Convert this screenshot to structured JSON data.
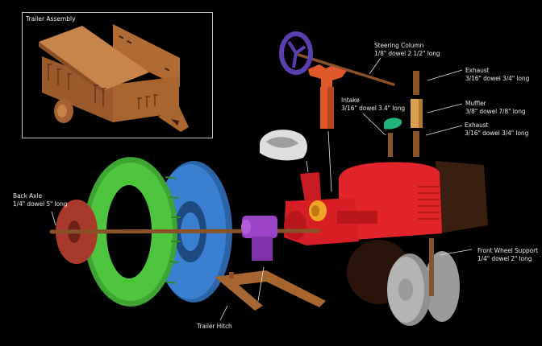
{
  "diagram": {
    "type": "exploded-assembly-view",
    "subject": "wooden toy tractor",
    "inset": {
      "title": "Trailer Assembly"
    },
    "labels": [
      {
        "id": "steering",
        "title": "Steering Column",
        "detail": "1/8\" dowel 2 1/2\" long"
      },
      {
        "id": "exhaust_top",
        "title": "Exhaust",
        "detail": "3/16\" dowel 3/4\" long"
      },
      {
        "id": "intake",
        "title": "Intake",
        "detail": "3/16\" dowel 3.4\" long"
      },
      {
        "id": "muffler",
        "title": "Muffler",
        "detail": "3/8\" dowel 7/8\" long"
      },
      {
        "id": "exhaust_bottom",
        "title": "Exhaust",
        "detail": "3/16\" dowel 3/4\" long"
      },
      {
        "id": "back_axle",
        "title": "Back Axle",
        "detail": "1/4\" dowel 5\" long"
      },
      {
        "id": "front_wheel",
        "title": "Front Wheel Support",
        "detail": "1/4\" dowel 2\" long"
      },
      {
        "id": "hitch",
        "title": "Trailer Hitch",
        "detail": ""
      }
    ],
    "colors": {
      "background": "#000000",
      "wood": "#b8733a",
      "body_red": "#e0242a",
      "tire_green": "#4fc43f",
      "rim_blue": "#3a7fd0",
      "hub_red": "#a83a2c",
      "steering_wheel": "#5a3fb0",
      "column_orange": "#e0572a",
      "seat": "#dcdcdc",
      "intake_teal": "#1fb57a",
      "muffler_tan": "#d9a050",
      "coupler_purple": "#9b44c8",
      "front_wheels": "#a9a9a9",
      "pulley_yellow": "#f0a526",
      "label_text": "#e8e8e8"
    }
  }
}
